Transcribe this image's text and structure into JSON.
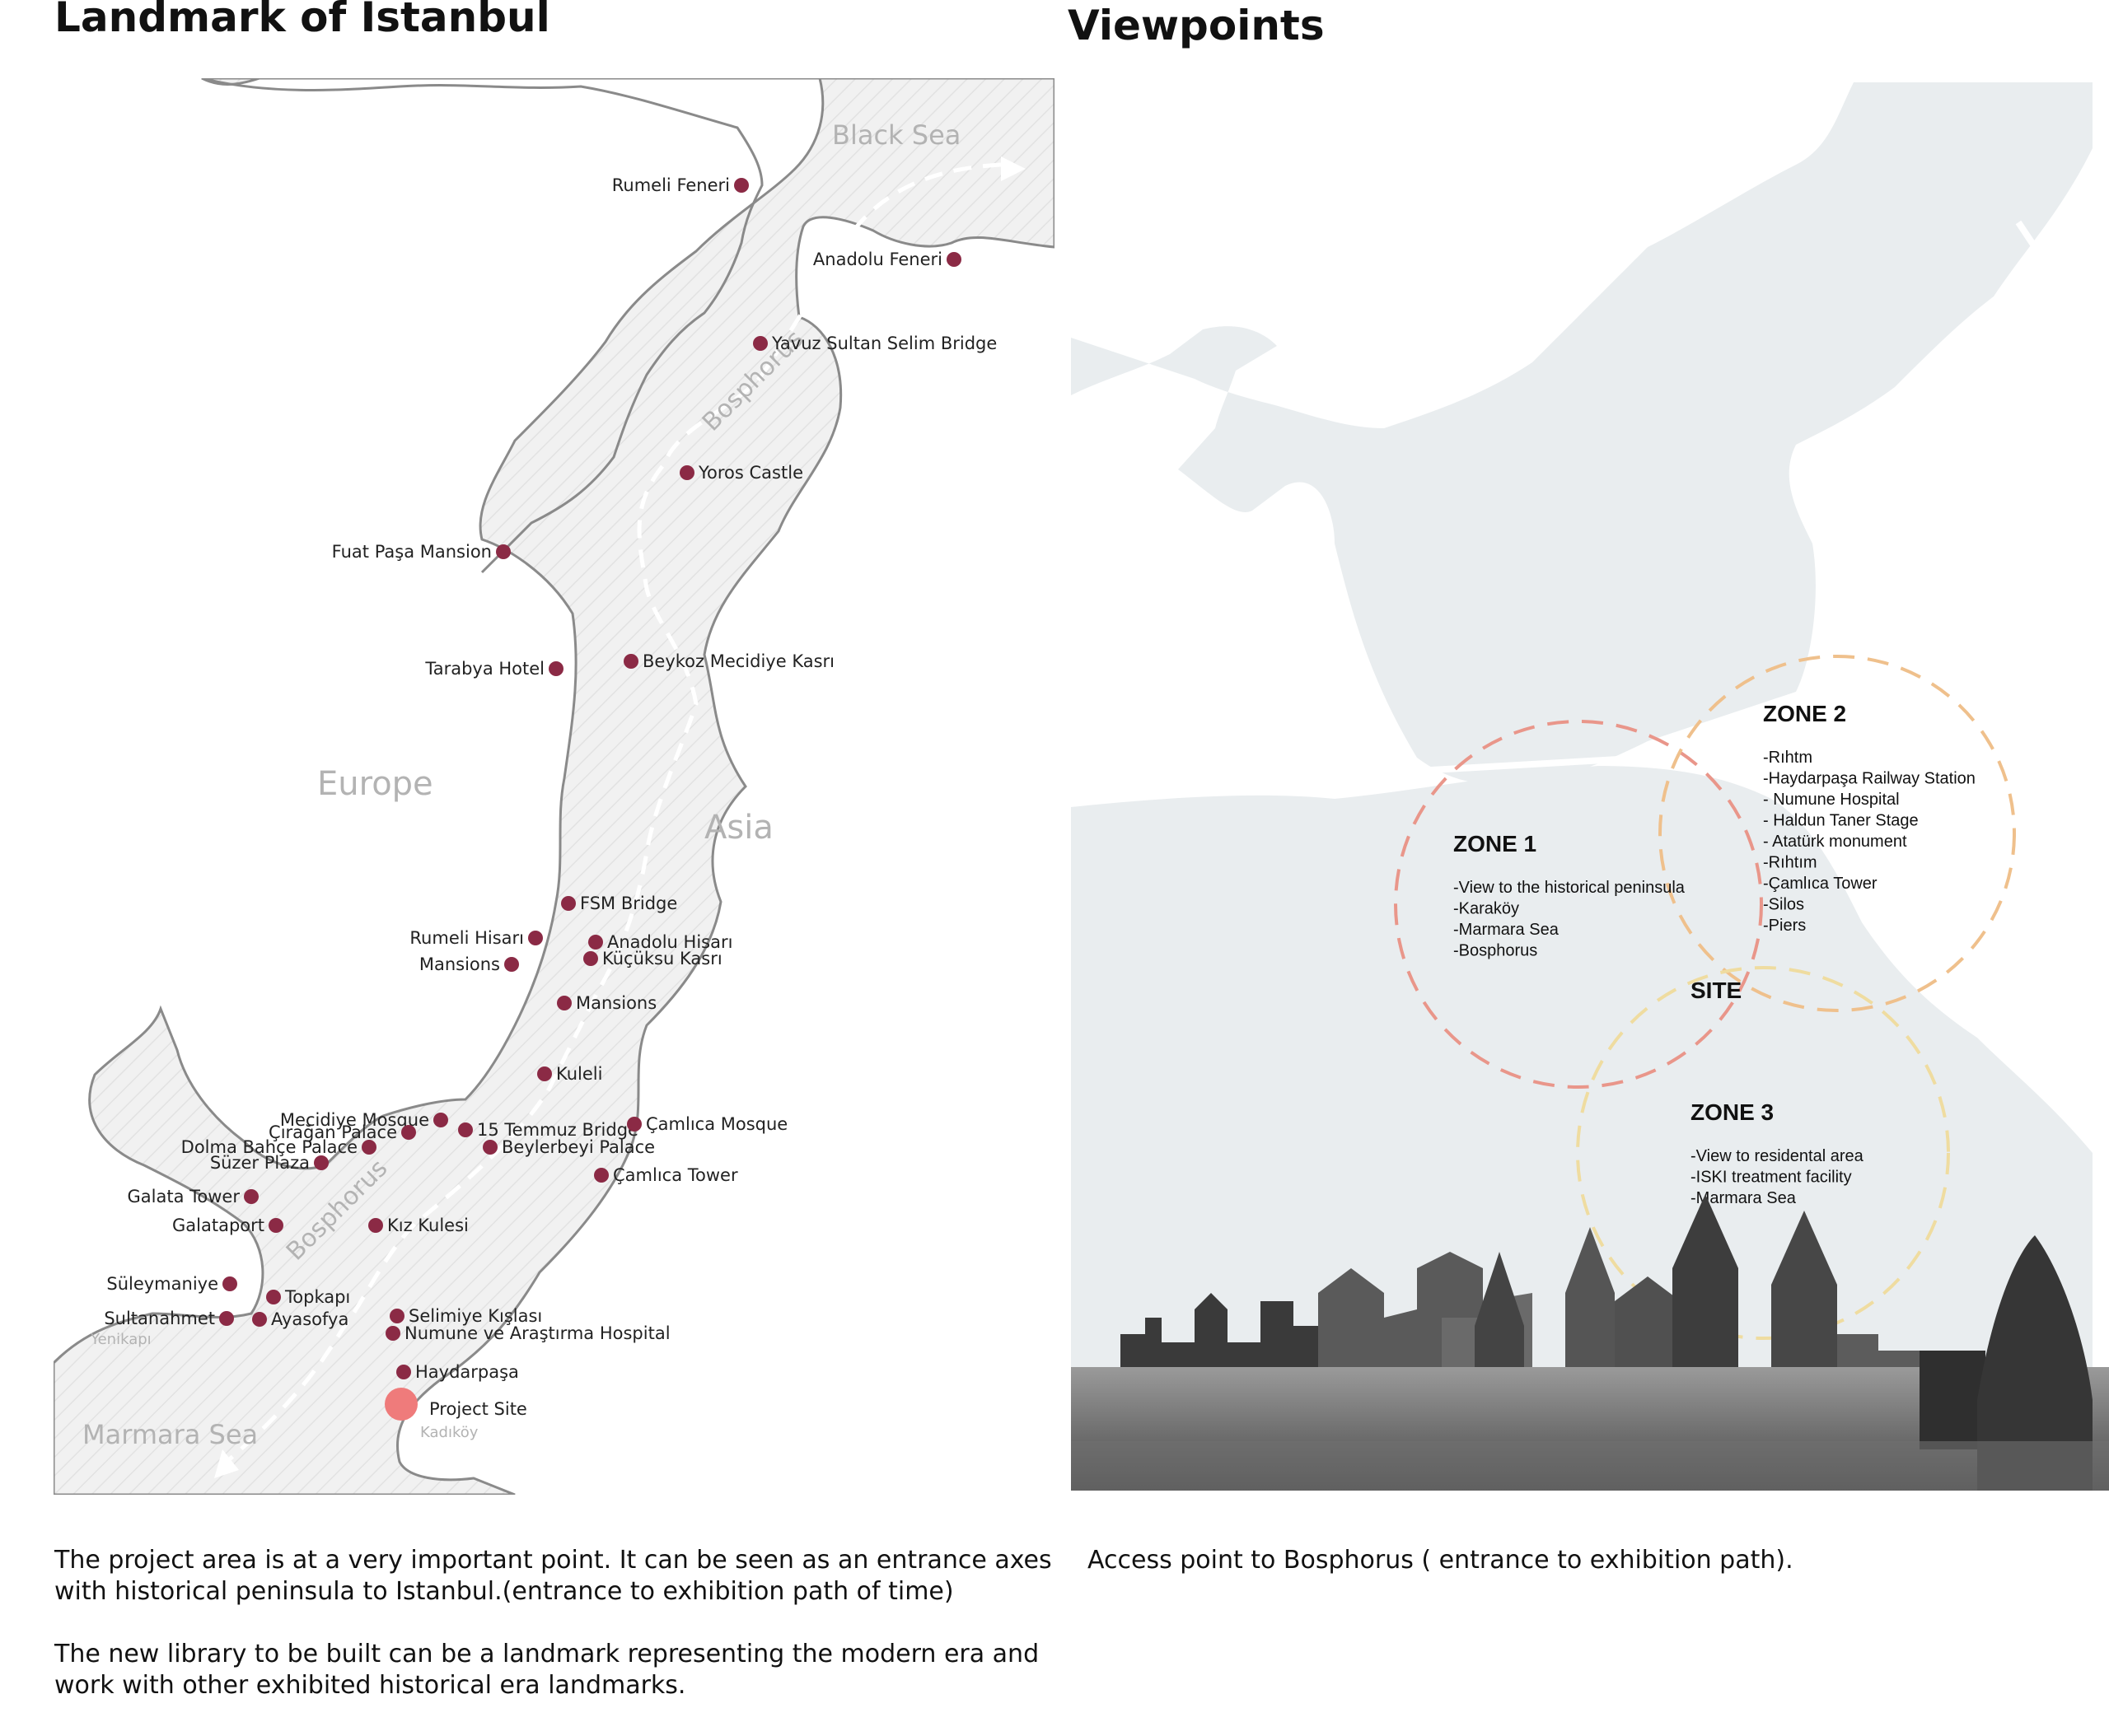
{
  "left_panel": {
    "title": "Landmark of Istanbul",
    "regions": {
      "black_sea": "Black Sea",
      "europe": "Europe",
      "asia": "Asia",
      "marmara_sea": "Marmara Sea",
      "bosphorus_north": "Bosphorus",
      "bosphorus_south": "Bosphorus",
      "yenikapi": "Yenikapı",
      "kadikoy": "Kadıköy"
    },
    "landmarks": [
      "Rumeli Feneri",
      "Anadolu Feneri",
      "Yavuz Sultan Selim Bridge",
      "Yoros Castle",
      "Fuat Paşa Mansion",
      "Tarabya Hotel",
      "Beykoz Mecidiye Kasrı",
      "FSM Bridge",
      "Rumeli Hisarı",
      "Anadolu Hisarı",
      "Mansions",
      "Küçüksu Kasrı",
      "Mansions",
      "Kuleli",
      "Mecidiye Mosque",
      "Çırağan Palace",
      "15 Temmuz Bridge",
      "Çamlıca Mosque",
      "Dolma Bahçe Palace",
      "Beylerbeyi Palace",
      "Süzer Plaza",
      "Çamlıca Tower",
      "Galata Tower",
      "Galataport",
      "Kız Kulesi",
      "Süleymaniye",
      "Topkapı",
      "Sultanahmet",
      "Ayasofya",
      "Selimiye Kışlası",
      "Numune ve Araştırma Hospital",
      "Haydarpaşa",
      "Project Site"
    ],
    "caption_1": "The project area is at a very important point. It can be seen as an entrance axes  with historical peninsula to Istanbul.(entrance to exhibition path of time)",
    "caption_2": "The new library to be built can be a landmark representing the modern era and work with other exhibited historical era landmarks.",
    "colors": {
      "landmark": "#8b2a45",
      "project_site": "#ef7b7b",
      "coast": "#8a8a8a",
      "water": "#f0f0f0"
    }
  },
  "right_panel": {
    "title": "Viewpoints",
    "site_label": "SITE",
    "zones": [
      {
        "title": "ZONE 1",
        "items": [
          "-View to the historical peninsula",
          "-Karaköy",
          "-Marmara Sea",
          "-Bosphorus"
        ],
        "color": "#e9968a"
      },
      {
        "title": "ZONE 2",
        "items": [
          "-Rıhtm",
          "-Haydarpaşa Railway Station",
          "- Numune Hospital",
          "- Haldun Taner Stage",
          "- Atatürk monument",
          "-Rıhtım",
          "-Çamlıca Tower",
          "-Silos",
          "-Piers"
        ],
        "color": "#efc08c"
      },
      {
        "title": "ZONE 3",
        "items": [
          "-View to residental area",
          "-ISKI treatment facility",
          "-Marmara Sea"
        ],
        "color": "#efdca0"
      }
    ],
    "caption": "Access point to Bosphorus ( entrance to exhibition path).",
    "colors": {
      "water": "#e9edef",
      "land": "#ffffff"
    }
  }
}
